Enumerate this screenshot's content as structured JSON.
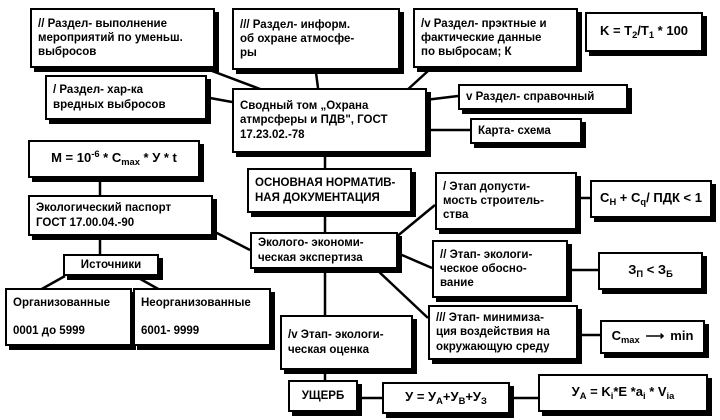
{
  "sections": {
    "section2": "// Раздел- выполнение\nмероприятий по уменьш.\nвыбросов",
    "section3": "/// Раздел- информ.\nоб охране атмосфе-\nры",
    "section4": "/v Раздел- прэктные и\nфактические данные\nпо выбросам; К",
    "section1": "/ Раздел- хар-ка\nвредных выбросов",
    "section5": "v Раздел- справочный",
    "map": "Карта- схема",
    "summary_volume": "Сводный том „Охрана\nатмрсферы и ПДВ\", ГОСТ\n17.23.02.-78"
  },
  "formulas": {
    "k": {
      "lhs": "K = T",
      "s1": "2",
      "mid": "/T",
      "s2": "1",
      "tail": " * 100"
    },
    "m": {
      "lhs": "M = 10",
      "exp": "-6",
      "mid": " * C",
      "sub": "max",
      "tail": " * У * t"
    },
    "pdk": {
      "a": "C",
      "s1": "H",
      "b": " + C",
      "s2": "q",
      "c": "/ ПДК < 1"
    },
    "z": {
      "a": "З",
      "s1": "П",
      "b": " < З",
      "s2": "Б"
    },
    "cmax": {
      "a": "C",
      "s1": "max",
      "arrow": "⟶",
      "b": "min"
    },
    "u": {
      "a": "У = У",
      "s1": "А",
      "b": "+У",
      "s2": "В",
      "c": "+У",
      "s3": "З"
    },
    "ua": {
      "a": "У",
      "s1": "А",
      "b": " = K",
      "s2": "i",
      "c": "*E *a",
      "s3": "i",
      "d": " * V",
      "s4": "ia"
    }
  },
  "core": {
    "normative": "ОСНОВНАЯ НОРМАТИВ-\nНАЯ ДОКУМЕНТАЦИЯ",
    "expertise": "Эколого- экономи-\nческая экспертиза"
  },
  "left": {
    "passport": "Экологический паспорт\nГОСТ 17.00.04.-90",
    "sources": "Источники",
    "organized": "Организованные\n\n0001 до 5999",
    "unorganized": "Неорганизованные\n\n6001- 9999"
  },
  "stages": {
    "stage1": "/ Этап допусти-\nмость строитель-\nства",
    "stage2": "// Этап- экологи-\nческое обосно-\nвание",
    "stage3": "/// Этап- минимиза-\nция воздействия на\nокружающую среду",
    "stage4": "/v Этап- экологи-\nческая оценка"
  },
  "damage": "УЩЕРБ"
}
